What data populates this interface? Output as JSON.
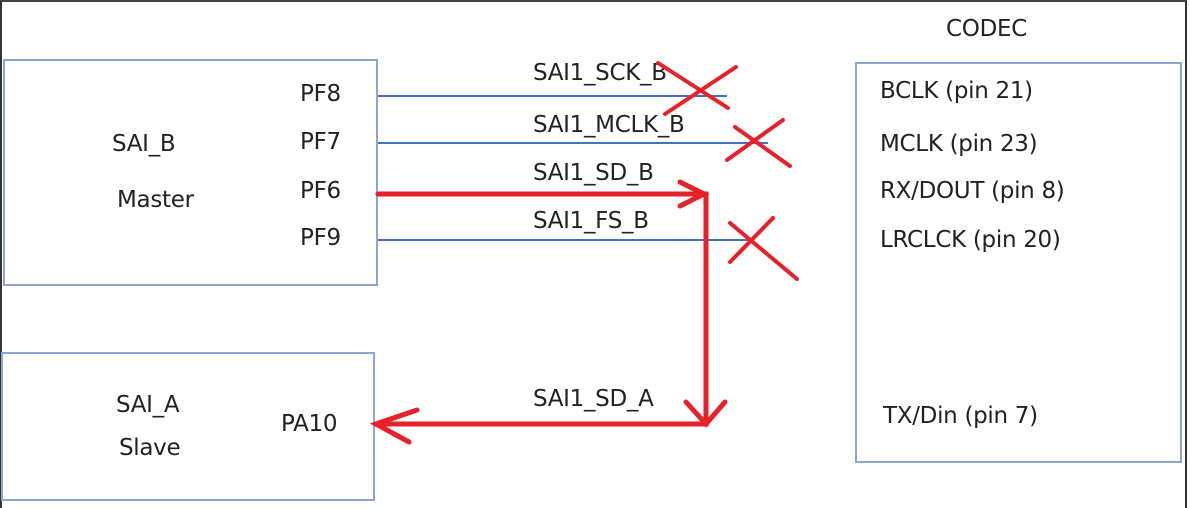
{
  "master": {
    "name": "SAI_B",
    "role": "Master",
    "pins": [
      "PF8",
      "PF7",
      "PF6",
      "PF9"
    ]
  },
  "slave": {
    "name": "SAI_A",
    "role": "Slave",
    "pin": "PA10"
  },
  "codec": {
    "title": "CODEC",
    "pins": [
      "BCLK (pin 21)",
      "MCLK (pin 23)",
      "RX/DOUT (pin 8)",
      "LRCLCK (pin 20)",
      "TX/Din (pin 7)"
    ]
  },
  "signals": {
    "sck": "SAI1_SCK_B",
    "mclk": "SAI1_MCLK_B",
    "sd_b": "SAI1_SD_B",
    "fs": "SAI1_FS_B",
    "sd_a": "SAI1_SD_A"
  },
  "colors": {
    "wire": "#4472c4",
    "active": "#e8202a",
    "box_border": "#8ea6cf"
  }
}
